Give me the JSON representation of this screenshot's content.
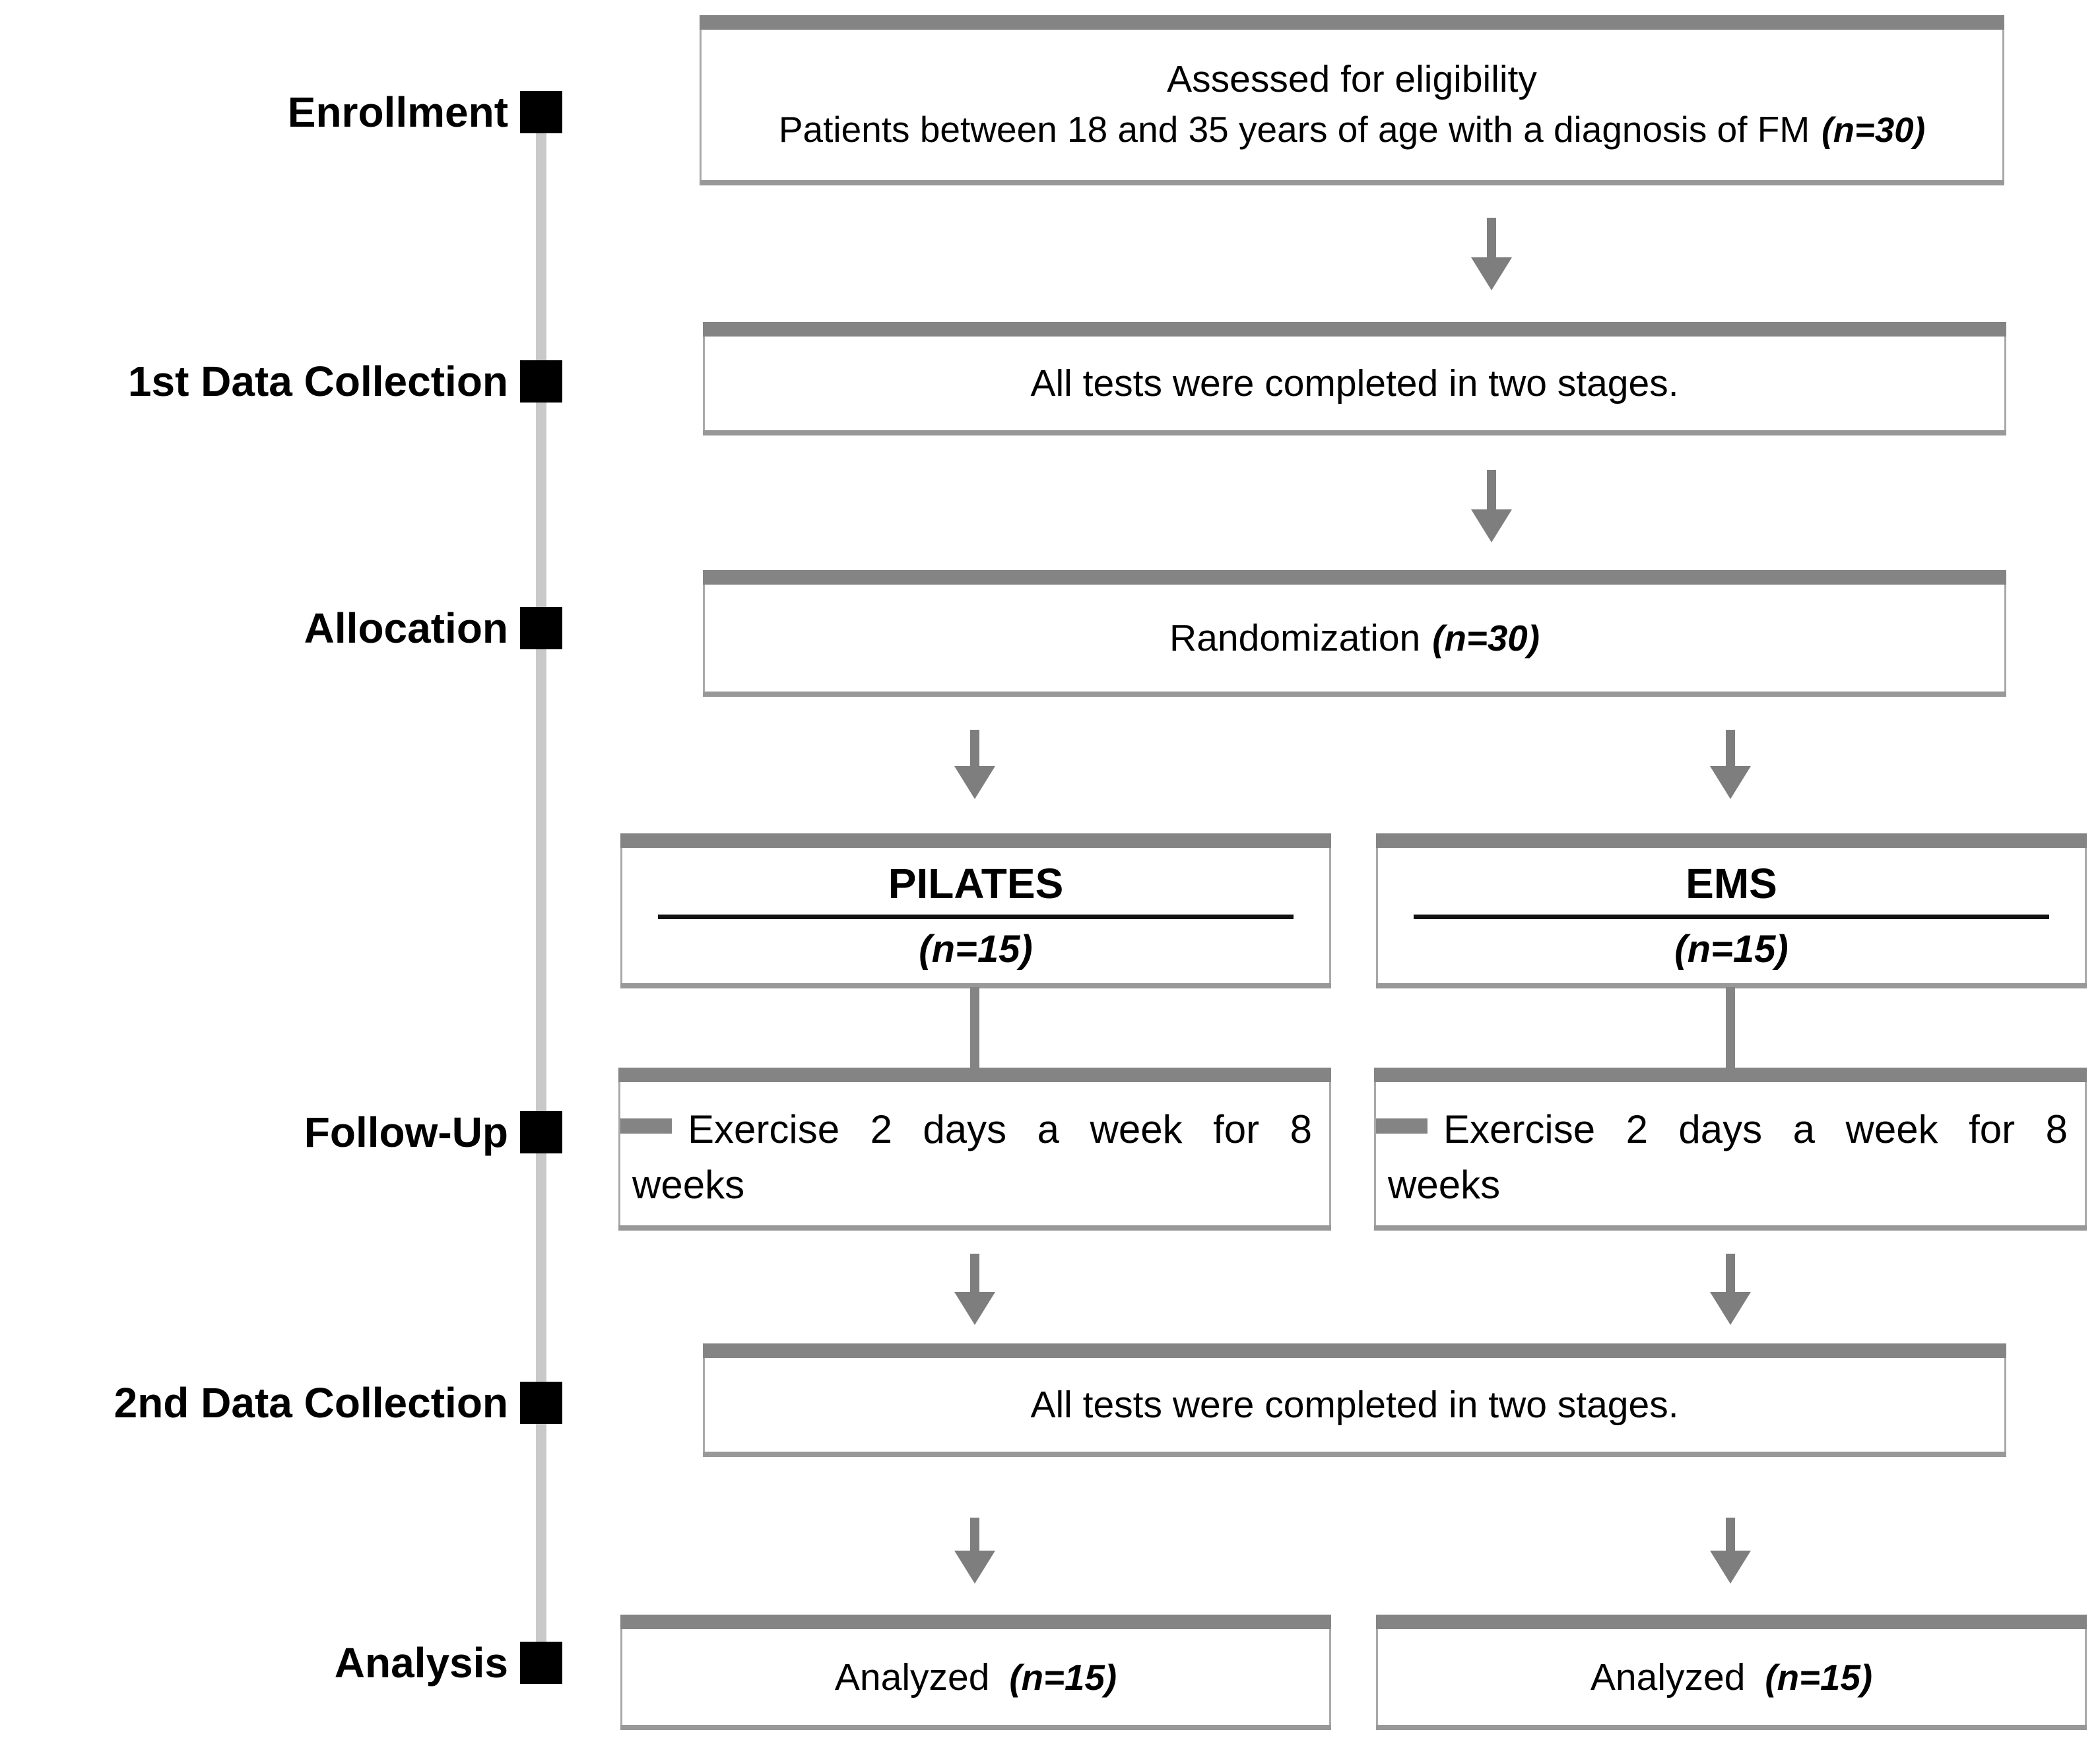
{
  "diagram": {
    "kind": "participant-flow-diagram"
  },
  "stage_labels": [
    "Enrollment",
    "1st Data Collection",
    "Allocation",
    "Follow-Up",
    "2nd Data Collection",
    "Analysis"
  ],
  "boxes": {
    "eligibility": {
      "line1": "Assessed for eligibility",
      "line2": "Patients between 18 and 35 years of age with a diagnosis of FM",
      "n": "(n=30)"
    },
    "tests_stage1": {
      "text": "All tests were completed in two stages."
    },
    "randomization": {
      "text": "Randomization",
      "n": "(n=30)"
    },
    "pilates": {
      "title": "PILATES",
      "n": "(n=15)"
    },
    "ems": {
      "title": "EMS",
      "n": "(n=15)"
    },
    "pilates_followup": {
      "text": "Exercise 2 days a week for 8 weeks"
    },
    "ems_followup": {
      "text": "Exercise 2 days a week for 8 weeks"
    },
    "tests_stage2": {
      "text": "All tests were completed in two stages."
    },
    "pilates_analyzed": {
      "text": "Analyzed",
      "n": "(n=15)"
    },
    "ems_analyzed": {
      "text": "Analyzed",
      "n": "(n=15)"
    }
  },
  "colors": {
    "box_top_bar": "#848484",
    "box_bottom_bar": "#989898",
    "box_border": "#a9a9a9",
    "arrow": "#7e7e7e",
    "timeline_rail": "#c9c9c9",
    "marker": "#000000",
    "underline": "#121212",
    "text": "#000000"
  }
}
